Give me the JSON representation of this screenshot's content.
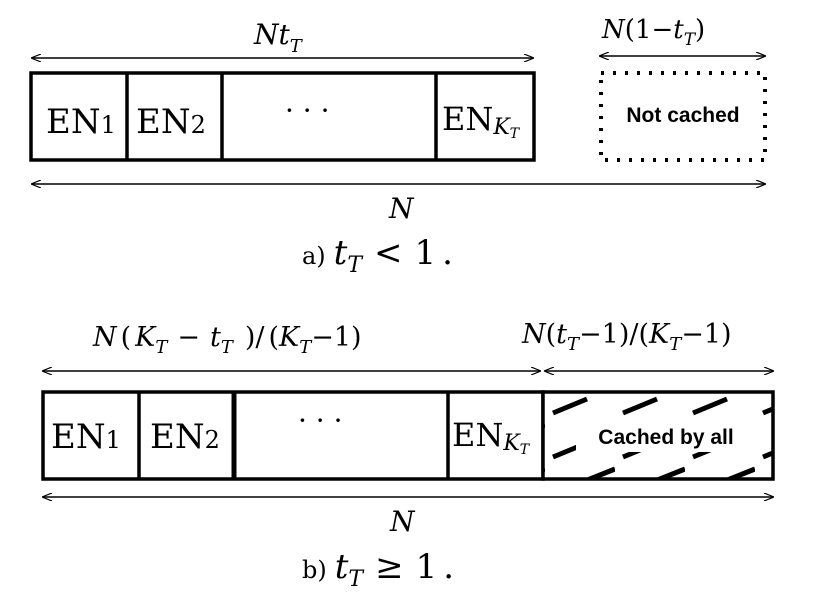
{
  "panel_a": {
    "top_label_cached": "Nt_T",
    "top_label_cached_N": "N",
    "top_label_cached_t": "t",
    "top_label_cached_sub": "T",
    "top_label_uncached_N": "N",
    "top_label_uncached_open": "(1",
    "top_label_uncached_minus": "−",
    "top_label_uncached_t": "t",
    "top_label_uncached_sub": "T",
    "top_label_uncached_close": ")",
    "blocks": [
      {
        "en": "EN",
        "sub": "1"
      },
      {
        "en": "EN",
        "sub": "2"
      },
      {
        "dots": "· · ·"
      },
      {
        "en": "EN",
        "sub": "K",
        "subsub": "T"
      }
    ],
    "region_label": "Not cached",
    "total_label": "N",
    "caption_prefix": "a)",
    "caption_t": "t",
    "caption_sub": "T",
    "caption_rel": "<",
    "caption_value": "1",
    "caption_end": "."
  },
  "panel_b": {
    "left_label_N": "N",
    "left_label_open": "(",
    "left_label_K": "K",
    "left_label_K_sub": "T",
    "left_label_minus": "−",
    "left_label_t": "t",
    "left_label_t_sub": "T",
    "left_label_close": ")/",
    "left_label_denom_open": "(",
    "left_label_denom_K": "K",
    "left_label_denom_K_sub": "T",
    "left_label_denom_rest": "−1)",
    "right_label_N": "N",
    "right_label_open": "(",
    "right_label_t": "t",
    "right_label_t_sub": "T",
    "right_label_mid": "−1)/(",
    "right_label_K": "K",
    "right_label_K_sub": "T",
    "right_label_rest": "−1)",
    "blocks": [
      {
        "en": "EN",
        "sub": "1"
      },
      {
        "en": "EN",
        "sub": "2"
      },
      {
        "dots": "· · ·"
      },
      {
        "en": "EN",
        "sub": "K",
        "subsub": "T"
      }
    ],
    "region_label": "Cached by all",
    "total_label": "N",
    "caption_prefix": "b)",
    "caption_t": "t",
    "caption_sub": "T",
    "caption_rel": "≥",
    "caption_value": "1",
    "caption_end": "."
  }
}
